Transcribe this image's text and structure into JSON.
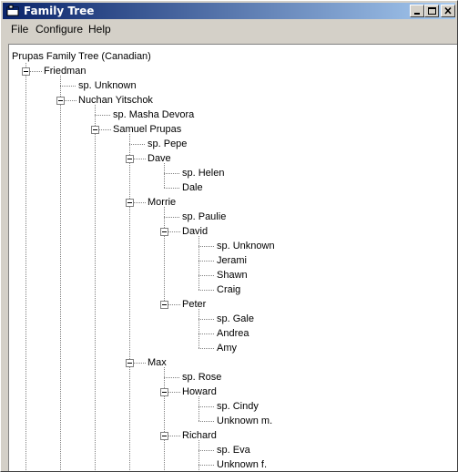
{
  "window": {
    "title": "Family Tree"
  },
  "titlebar_buttons": {
    "minimize": "minimize-icon",
    "maximize": "maximize-icon",
    "close": "close-icon"
  },
  "menu": [
    "File",
    "Configure",
    "Help"
  ],
  "tree": {
    "root": "Prupas Family Tree (Canadian)",
    "nodes": [
      "Friedman",
      "sp. Unknown",
      "Nuchan Yitschok",
      "sp. Masha Devora",
      "Samuel Prupas",
      "sp. Pepe",
      "Dave",
      "sp. Helen",
      "Dale",
      "Morrie",
      "sp. Paulie",
      "David",
      "sp. Unknown",
      "Jerami",
      "Shawn",
      "Craig",
      "Peter",
      "sp. Gale",
      "Andrea",
      "Amy",
      "Max",
      "sp. Rose",
      "Howard",
      "sp. Cindy",
      "Unknown m.",
      "Richard",
      "sp. Eva",
      "Unknown f."
    ]
  }
}
